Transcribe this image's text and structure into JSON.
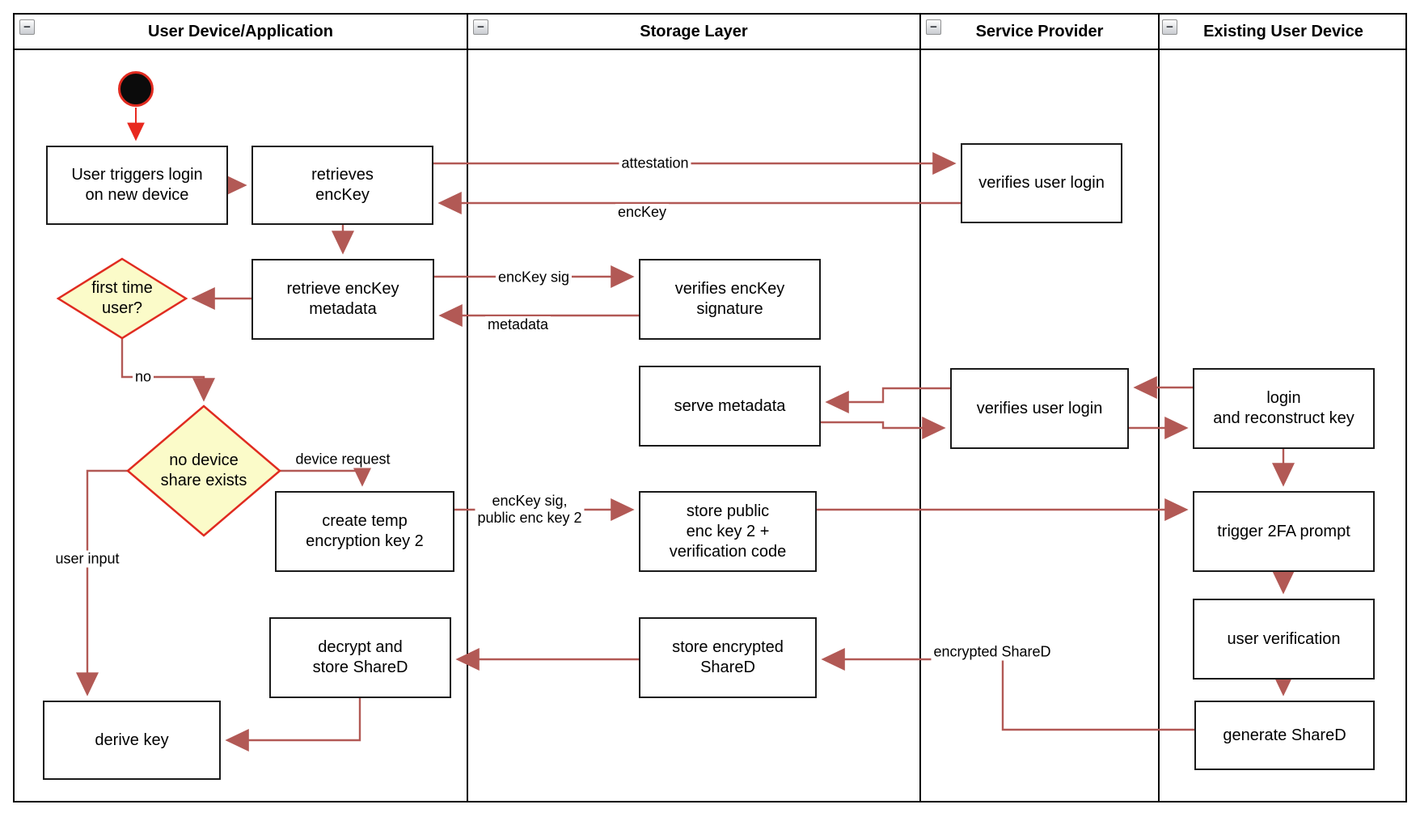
{
  "lanes": [
    {
      "title": "User Device/Application",
      "collapse_icon": "minus-icon",
      "collapse_glyph": "−"
    },
    {
      "title": "Storage Layer",
      "collapse_icon": "minus-icon",
      "collapse_glyph": "−"
    },
    {
      "title": "Service Provider",
      "collapse_icon": "minus-icon",
      "collapse_glyph": "−"
    },
    {
      "title": "Existing User Device",
      "collapse_icon": "minus-icon",
      "collapse_glyph": "−"
    }
  ],
  "nodes": {
    "start": {
      "type": "initial-node"
    },
    "user_triggers": {
      "label": "User triggers login\non new device"
    },
    "retrieves_enckey": {
      "label": "retrieves\nencKey"
    },
    "first_time_user": {
      "label": "first time\nuser?"
    },
    "retrieve_metadata": {
      "label": "retrieve encKey\nmetadata"
    },
    "no_device_share": {
      "label": "no device\nshare exists"
    },
    "create_temp_key": {
      "label": "create temp\nencryption key 2"
    },
    "decrypt_store": {
      "label": "decrypt and\nstore ShareD"
    },
    "derive_key": {
      "label": "derive key"
    },
    "verifies_sig": {
      "label": "verifies encKey\nsignature"
    },
    "serve_metadata": {
      "label": "serve metadata"
    },
    "store_public": {
      "label": "store public\nenc key 2 +\nverification code"
    },
    "store_encrypted": {
      "label": "store encrypted\nShareD"
    },
    "verifies_login_top": {
      "label": "verifies user login"
    },
    "verifies_login_mid": {
      "label": "verifies user login"
    },
    "login_reconstruct": {
      "label": "login\nand reconstruct key"
    },
    "trigger_2fa": {
      "label": "trigger 2FA prompt"
    },
    "user_verification": {
      "label": "user verification"
    },
    "generate_shared": {
      "label": "generate ShareD"
    }
  },
  "edge_labels": {
    "attestation": "attestation",
    "enckey": "encKey",
    "enckey_sig": "encKey sig",
    "metadata": "metadata",
    "no": "no",
    "device_request": "device request",
    "user_input": "user input",
    "enckey_sig_public": "encKey sig,\npublic enc key 2",
    "encrypted_shared": "encrypted ShareD"
  },
  "colors": {
    "arrow": "#b25955",
    "accent_red": "#e8291f",
    "diamond_fill": "#fbfbc9",
    "diamond_border": "#e02b20",
    "node_border": "#1a1a1a",
    "lane_border": "#000000"
  }
}
